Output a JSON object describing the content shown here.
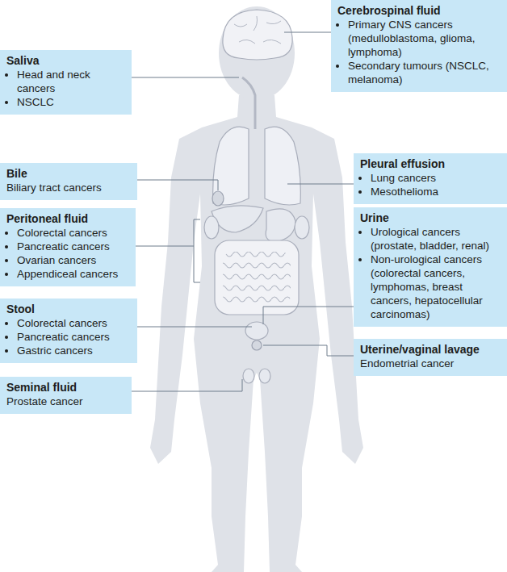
{
  "diagram": {
    "nodes": [
      {
        "text": [
          "Cerebrospinal fluid",
          "Primary CNS cancers (medulloblastoma, glioma, lymphoma)",
          "Secondary tumours (NSCLC, melanoma)"
        ]
      },
      {
        "text": [
          "Saliva",
          "Head and neck cancers",
          "NSCLC"
        ]
      },
      {
        "text": [
          "Bile",
          "Biliary tract cancers"
        ]
      },
      {
        "text": [
          "Pleural effusion",
          "Lung cancers",
          "Mesothelioma"
        ]
      },
      {
        "text": [
          "Peritoneal fluid",
          "Colorectal cancers",
          "Pancreatic cancers",
          "Ovarian cancers",
          "Appendiceal cancers"
        ]
      },
      {
        "text": [
          "Urine",
          "Urological cancers (prostate, bladder, renal)",
          "Non-urological cancers (colorectal cancers, lymphomas, breast cancers, hepatocellular carcinomas)"
        ]
      },
      {
        "text": [
          "Stool",
          "Colorectal cancers",
          "Pancreatic cancers",
          "Gastric cancers"
        ]
      },
      {
        "text": [
          "Uterine/vaginal lavage",
          "Endometrial cancer"
        ]
      },
      {
        "text": [
          "Seminal fluid",
          "Prostate cancer"
        ]
      }
    ]
  }
}
